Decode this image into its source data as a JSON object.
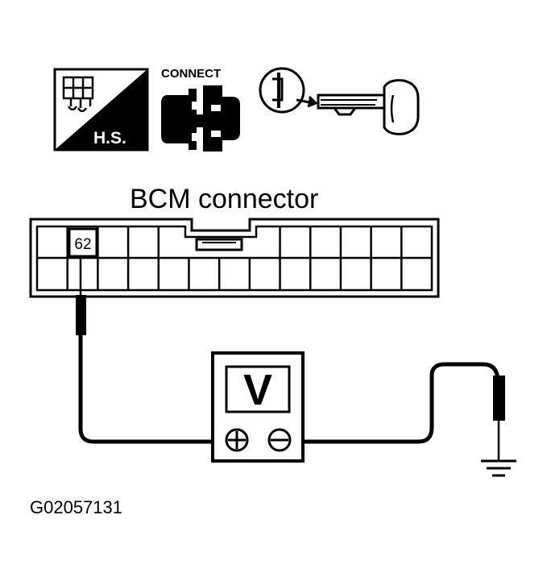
{
  "icons": {
    "harness_side": {
      "icon": "harness-connector-icon",
      "label": "H.S."
    },
    "connect": {
      "icon": "connector-icon",
      "label": "CONNECT"
    },
    "ignition": {
      "icon": "ignition-key-icon"
    }
  },
  "connector": {
    "title": "BCM connector",
    "terminal": "62"
  },
  "meter": {
    "symbol": "V",
    "positive_icon": "plus-terminal-icon",
    "negative_icon": "minus-terminal-icon"
  },
  "ground_icon": "ground-symbol-icon",
  "figure_id": "G02057131"
}
